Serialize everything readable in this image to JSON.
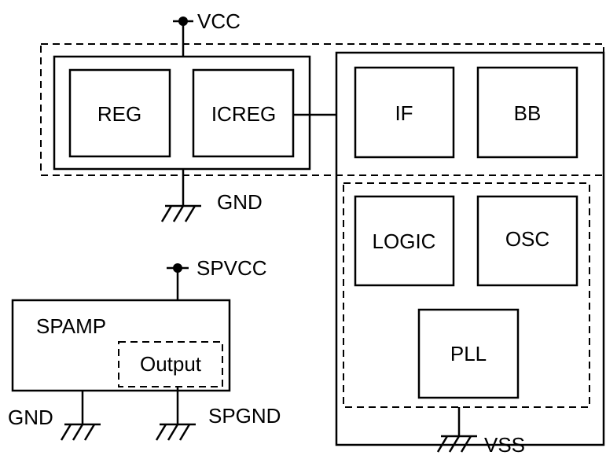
{
  "power": {
    "vcc": "VCC",
    "spvcc": "SPVCC"
  },
  "ground": {
    "gnd_top": "GND",
    "gnd_bottom": "GND",
    "spgnd": "SPGND",
    "vss": "VSS"
  },
  "blocks": {
    "reg": "REG",
    "icreg": "ICREG",
    "if": "IF",
    "bb": "BB",
    "logic": "LOGIC",
    "osc": "OSC",
    "pll": "PLL",
    "spamp": "SPAMP",
    "output": "Output"
  }
}
